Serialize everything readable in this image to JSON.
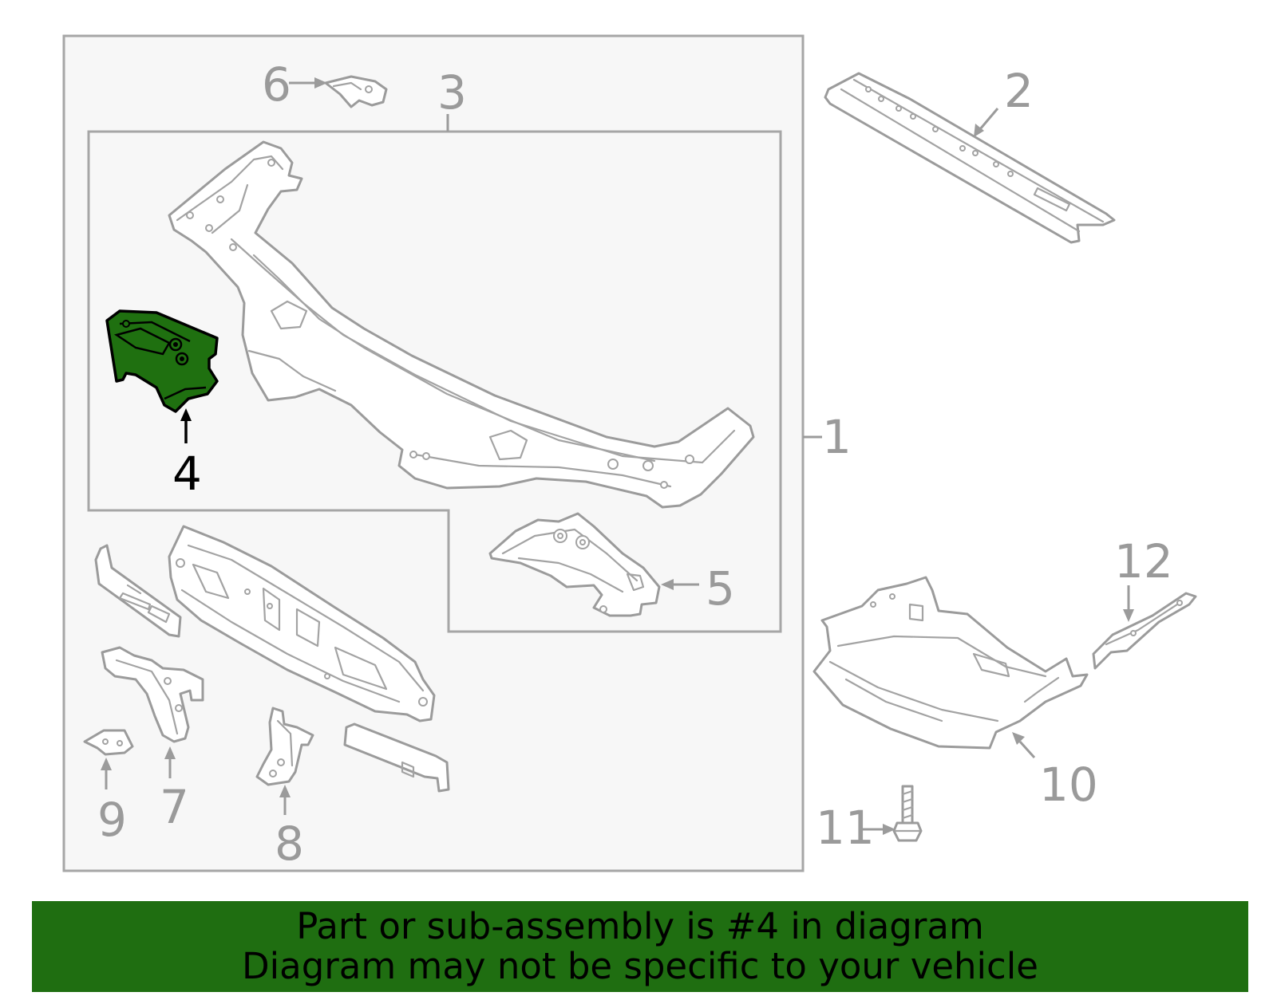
{
  "diagram": {
    "callouts": {
      "c1": "1",
      "c2": "2",
      "c3": "3",
      "c4": "4",
      "c5": "5",
      "c6": "6",
      "c7": "7",
      "c8": "8",
      "c9": "9",
      "c10": "10",
      "c11": "11",
      "c12": "12"
    },
    "highlighted_part": "4",
    "colors": {
      "highlight_fill": "#1f7010",
      "line_gray": "#9b9b9b",
      "panel_bg": "#f7f7f7",
      "banner_bg": "#1f6e11"
    }
  },
  "banner": {
    "line1": "Part or sub-assembly is #4 in diagram",
    "line2": "Diagram may not be specific to your vehicle"
  }
}
